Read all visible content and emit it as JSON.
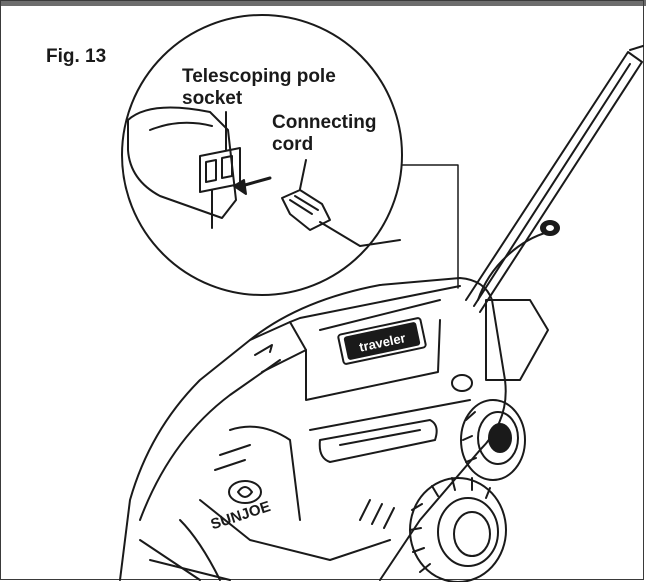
{
  "figure": {
    "label": "Fig. 13"
  },
  "callouts": {
    "socket_line1": "Telescoping pole",
    "socket_line2": "socket",
    "cord_line1": "Connecting",
    "cord_line2": "cord"
  },
  "product": {
    "brand": "SUNJOE",
    "model_badge": "traveler"
  },
  "colors": {
    "line": "#1a1a1a",
    "frame": "#3a3a3a",
    "background": "#ffffff"
  }
}
